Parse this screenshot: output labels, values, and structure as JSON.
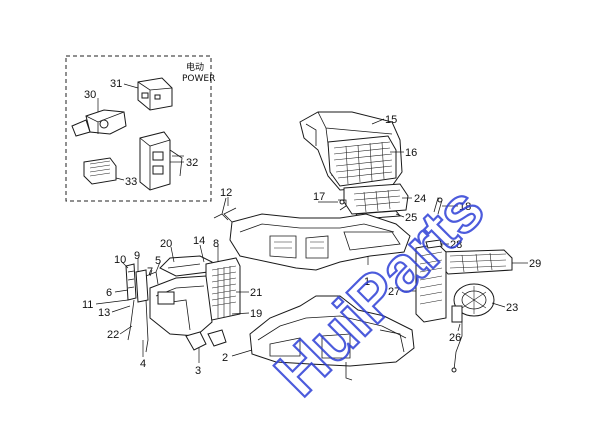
{
  "inset": {
    "label_cn": "电动",
    "label_en": "POWER"
  },
  "watermark": {
    "text": "HuiParts",
    "color": "#2d3fd6"
  },
  "callouts": [
    {
      "id": "1",
      "text": "1"
    },
    {
      "id": "2",
      "text": "2"
    },
    {
      "id": "3",
      "text": "3"
    },
    {
      "id": "4",
      "text": "4"
    },
    {
      "id": "5",
      "text": "5"
    },
    {
      "id": "6",
      "text": "6"
    },
    {
      "id": "7",
      "text": "7"
    },
    {
      "id": "8",
      "text": "8"
    },
    {
      "id": "9",
      "text": "9"
    },
    {
      "id": "10",
      "text": "10"
    },
    {
      "id": "11",
      "text": "11"
    },
    {
      "id": "12",
      "text": "12"
    },
    {
      "id": "13",
      "text": "13"
    },
    {
      "id": "14",
      "text": "14"
    },
    {
      "id": "15",
      "text": "15"
    },
    {
      "id": "16",
      "text": "16"
    },
    {
      "id": "17",
      "text": "17"
    },
    {
      "id": "18",
      "text": "18"
    },
    {
      "id": "19",
      "text": "19"
    },
    {
      "id": "20",
      "text": "20"
    },
    {
      "id": "21",
      "text": "21"
    },
    {
      "id": "22",
      "text": "22"
    },
    {
      "id": "23",
      "text": "23"
    },
    {
      "id": "24",
      "text": "24"
    },
    {
      "id": "25",
      "text": "25"
    },
    {
      "id": "26",
      "text": "26"
    },
    {
      "id": "27",
      "text": "27"
    },
    {
      "id": "28",
      "text": "28"
    },
    {
      "id": "29",
      "text": "29"
    },
    {
      "id": "30",
      "text": "30"
    },
    {
      "id": "31",
      "text": "31"
    },
    {
      "id": "32",
      "text": "32"
    },
    {
      "id": "33",
      "text": "33"
    }
  ]
}
